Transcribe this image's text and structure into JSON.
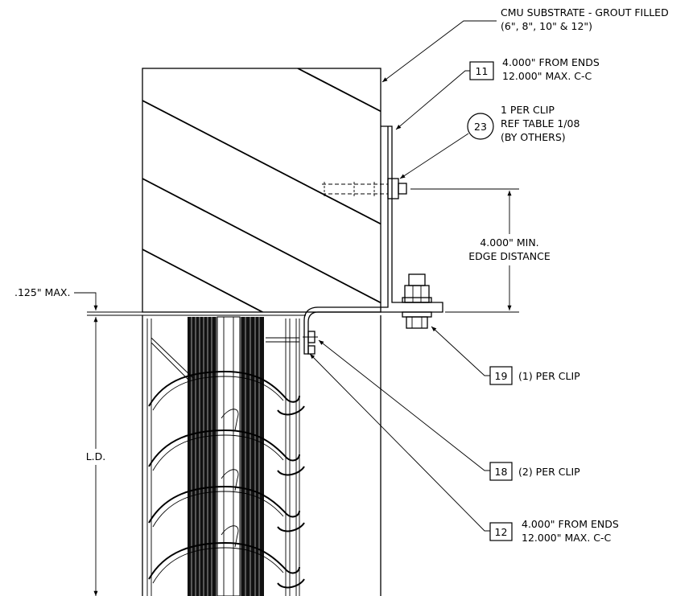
{
  "callouts": {
    "cmu": {
      "line1": "CMU SUBSTRATE - GROUT FILLED",
      "line2": "(6\", 8\", 10\" & 12\")"
    },
    "c11": {
      "tag": "11",
      "line1": "4.000\" FROM ENDS",
      "line2": "12.000\" MAX. C-C"
    },
    "c23": {
      "tag": "23",
      "line1": "1 PER CLIP",
      "line2": "REF TABLE 1/08",
      "line3": "(BY OTHERS)"
    },
    "edge": {
      "line1": "4.000\" MIN.",
      "line2": "EDGE DISTANCE"
    },
    "gap": {
      "label": ".125\" MAX."
    },
    "ld": {
      "label": "L.D."
    },
    "c19": {
      "tag": "19",
      "text": "(1) PER CLIP"
    },
    "c18": {
      "tag": "18",
      "text": "(2) PER CLIP"
    },
    "c12": {
      "tag": "12",
      "line1": "4.000\" FROM ENDS",
      "line2": "12.000\" MAX. C-C"
    }
  }
}
